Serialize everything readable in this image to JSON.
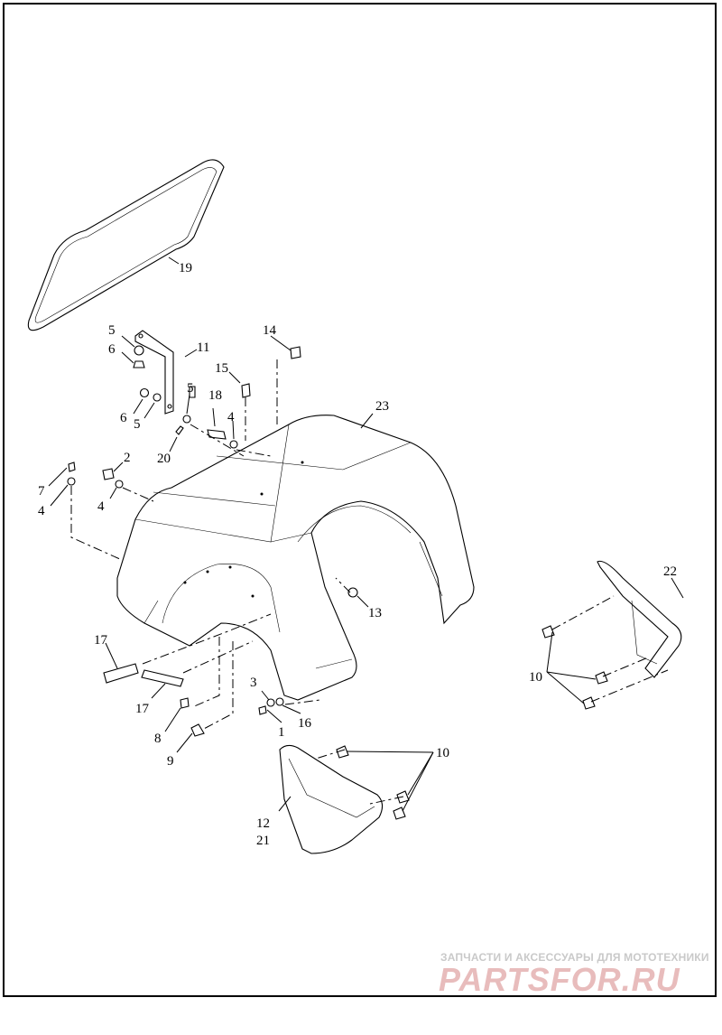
{
  "callouts": {
    "c1": "1",
    "c2": "2",
    "c3": "3",
    "c4a": "4",
    "c4b": "4",
    "c4c": "4",
    "c5a": "5",
    "c5b": "5",
    "c5c": "5",
    "c6a": "6",
    "c6b": "6",
    "c7": "7",
    "c8": "8",
    "c9": "9",
    "c10a": "10",
    "c10b": "10",
    "c11": "11",
    "c12": "12",
    "c13": "13",
    "c14": "14",
    "c15": "15",
    "c16": "16",
    "c17a": "17",
    "c17b": "17",
    "c18": "18",
    "c19": "19",
    "c20": "20",
    "c21": "21",
    "c22": "22",
    "c23": "23"
  },
  "watermark": {
    "subtitle": "ЗАПЧАСТИ И АКСЕССУАРЫ ДЛЯ МОТОТЕХНИКИ",
    "logo": "PARTSFOR.RU",
    "color": "#e8bcbc"
  }
}
